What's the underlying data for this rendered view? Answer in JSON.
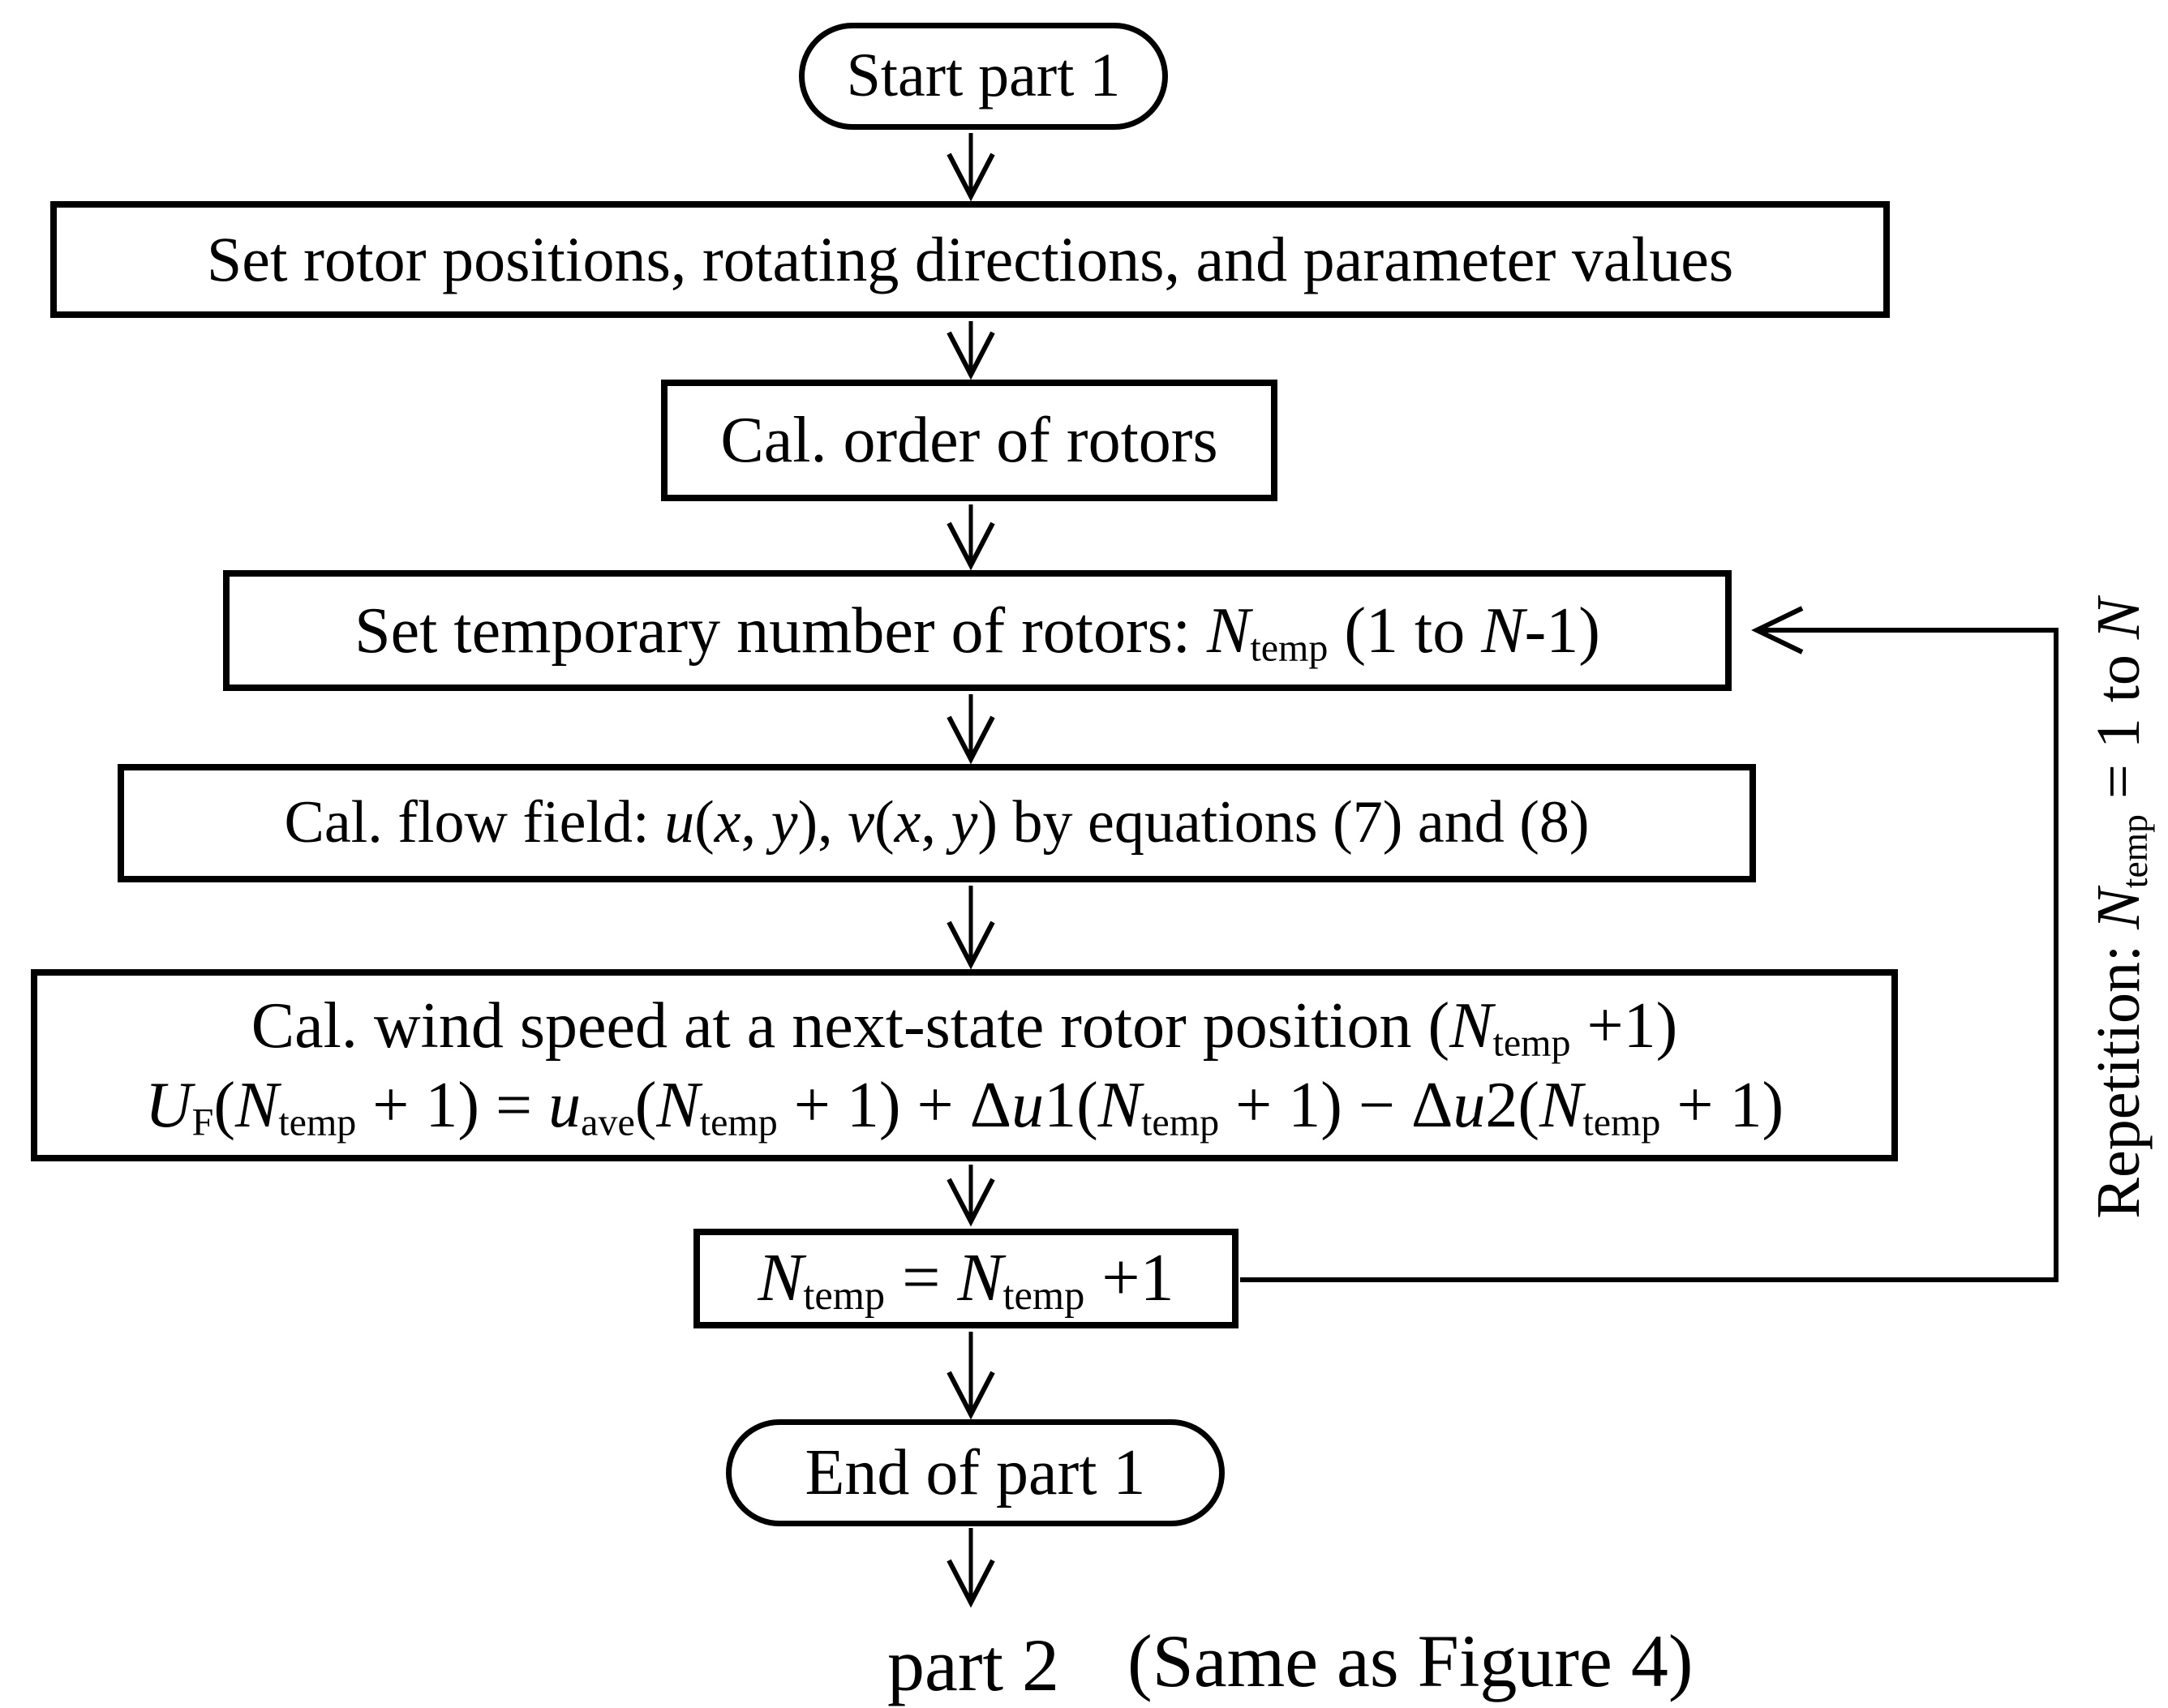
{
  "figure": {
    "background": "#ffffff",
    "ink": "#000000"
  },
  "nodes": {
    "start": {
      "label": "Start part 1"
    },
    "set_rotor": {
      "label": "Set rotor positions, rotating directions, and parameter values"
    },
    "cal_order": {
      "label": "Cal. order of rotors"
    },
    "set_temp": {
      "parts": [
        "Set temporary number of rotors: ",
        "N",
        "temp",
        " (1 to ",
        "N",
        "-1)"
      ]
    },
    "cal_flow": {
      "parts": [
        "Cal. flow field: ",
        "u",
        "(",
        "x",
        ", ",
        "y",
        "), ",
        "v",
        "(",
        "x",
        ", ",
        "y",
        ") by equations (7) and (8)"
      ]
    },
    "cal_wind": {
      "line1": [
        "Cal. wind speed at a next-state rotor position (",
        "N",
        "temp",
        " +1)"
      ],
      "line2": [
        "U",
        "F",
        "(",
        "N",
        "temp",
        " + 1) = ",
        "u",
        "ave",
        "(",
        "N",
        "temp",
        " + 1) + Δ",
        "u",
        "1(",
        "N",
        "temp",
        " + 1) − Δ",
        "u",
        "2(",
        "N",
        "temp",
        " + 1)"
      ]
    },
    "increment": {
      "parts": [
        "N",
        "temp",
        " = ",
        "N",
        "temp",
        " +1"
      ]
    },
    "end": {
      "label": "End of part 1"
    }
  },
  "loop_label": {
    "parts": [
      "Repetition: ",
      "N",
      "temp",
      " = 1 to ",
      "N"
    ]
  },
  "footer": {
    "part2": "part 2",
    "note": "(Same as Figure 4)"
  }
}
